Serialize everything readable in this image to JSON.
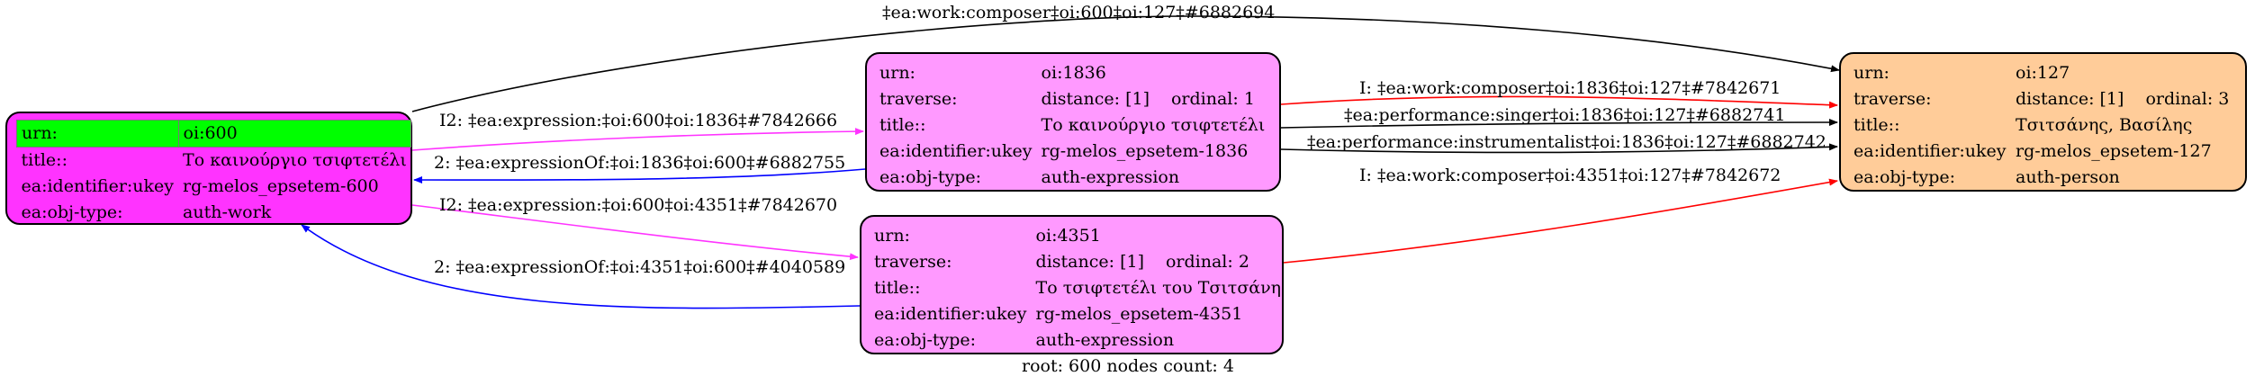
{
  "nodes": {
    "work": {
      "color": "#ff33ff",
      "highlight_color": "#00ff00",
      "rows": [
        {
          "k": "urn:",
          "v": "oi:600"
        },
        {
          "k": "title::",
          "v": "Το καινούργιο τσιφτετέλι"
        },
        {
          "k": "ea:identifier:ukey",
          "v": "rg-melos_epsetem-600"
        },
        {
          "k": "ea:obj-type:",
          "v": "auth-work"
        }
      ]
    },
    "expr1836": {
      "color": "#ff99ff",
      "urn": {
        "k": "urn:",
        "v": "oi:1836"
      },
      "traverse": {
        "k": "traverse:",
        "distance": "distance: [1]",
        "ordinal": "ordinal: 1"
      },
      "rows": [
        {
          "k": "title::",
          "v": "Το καινούργιο τσιφτετέλι"
        },
        {
          "k": "ea:identifier:ukey",
          "v": "rg-melos_epsetem-1836"
        },
        {
          "k": "ea:obj-type:",
          "v": "auth-expression"
        }
      ]
    },
    "expr4351": {
      "color": "#ff99ff",
      "urn": {
        "k": "urn:",
        "v": "oi:4351"
      },
      "traverse": {
        "k": "traverse:",
        "distance": "distance: [1]",
        "ordinal": "ordinal: 2"
      },
      "rows": [
        {
          "k": "title::",
          "v": "Το τσιφτετέλι του Τσιτσάνη"
        },
        {
          "k": "ea:identifier:ukey",
          "v": "rg-melos_epsetem-4351"
        },
        {
          "k": "ea:obj-type:",
          "v": "auth-expression"
        }
      ]
    },
    "person127": {
      "color": "#ffcc99",
      "urn": {
        "k": "urn:",
        "v": "oi:127"
      },
      "traverse": {
        "k": "traverse:",
        "distance": "distance: [1]",
        "ordinal": "ordinal: 3"
      },
      "rows": [
        {
          "k": "title::",
          "v": "Τσιτσάνης, Βασίλης"
        },
        {
          "k": "ea:identifier:ukey",
          "v": "rg-melos_epsetem-127"
        },
        {
          "k": "ea:obj-type:",
          "v": "auth-person"
        }
      ]
    }
  },
  "edges": [
    {
      "from": "work",
      "to": "person127",
      "color": "#000000",
      "label": "‡ea:work:composer‡oi:600‡oi:127‡#6882694"
    },
    {
      "from": "work",
      "to": "expr1836",
      "color": "#ff33ff",
      "label": "I2: ‡ea:expression:‡oi:600‡oi:1836‡#7842666"
    },
    {
      "from": "expr1836",
      "to": "work",
      "color": "#0000ff",
      "label": "2: ‡ea:expressionOf:‡oi:1836‡oi:600‡#6882755"
    },
    {
      "from": "work",
      "to": "expr4351",
      "color": "#ff33ff",
      "label": "I2: ‡ea:expression:‡oi:600‡oi:4351‡#7842670"
    },
    {
      "from": "expr4351",
      "to": "work",
      "color": "#0000ff",
      "label": "2: ‡ea:expressionOf:‡oi:4351‡oi:600‡#4040589"
    },
    {
      "from": "expr1836",
      "to": "person127",
      "color": "#ff0000",
      "label": "I: ‡ea:work:composer‡oi:1836‡oi:127‡#7842671"
    },
    {
      "from": "expr1836",
      "to": "person127",
      "color": "#000000",
      "label": "‡ea:performance:singer‡oi:1836‡oi:127‡#6882741"
    },
    {
      "from": "expr1836",
      "to": "person127",
      "color": "#000000",
      "label": "‡ea:performance:instrumentalist‡oi:1836‡oi:127‡#6882742"
    },
    {
      "from": "expr4351",
      "to": "person127",
      "color": "#ff0000",
      "label": "I: ‡ea:work:composer‡oi:4351‡oi:127‡#7842672"
    }
  ],
  "footer": "root: 600 nodes count: 4"
}
